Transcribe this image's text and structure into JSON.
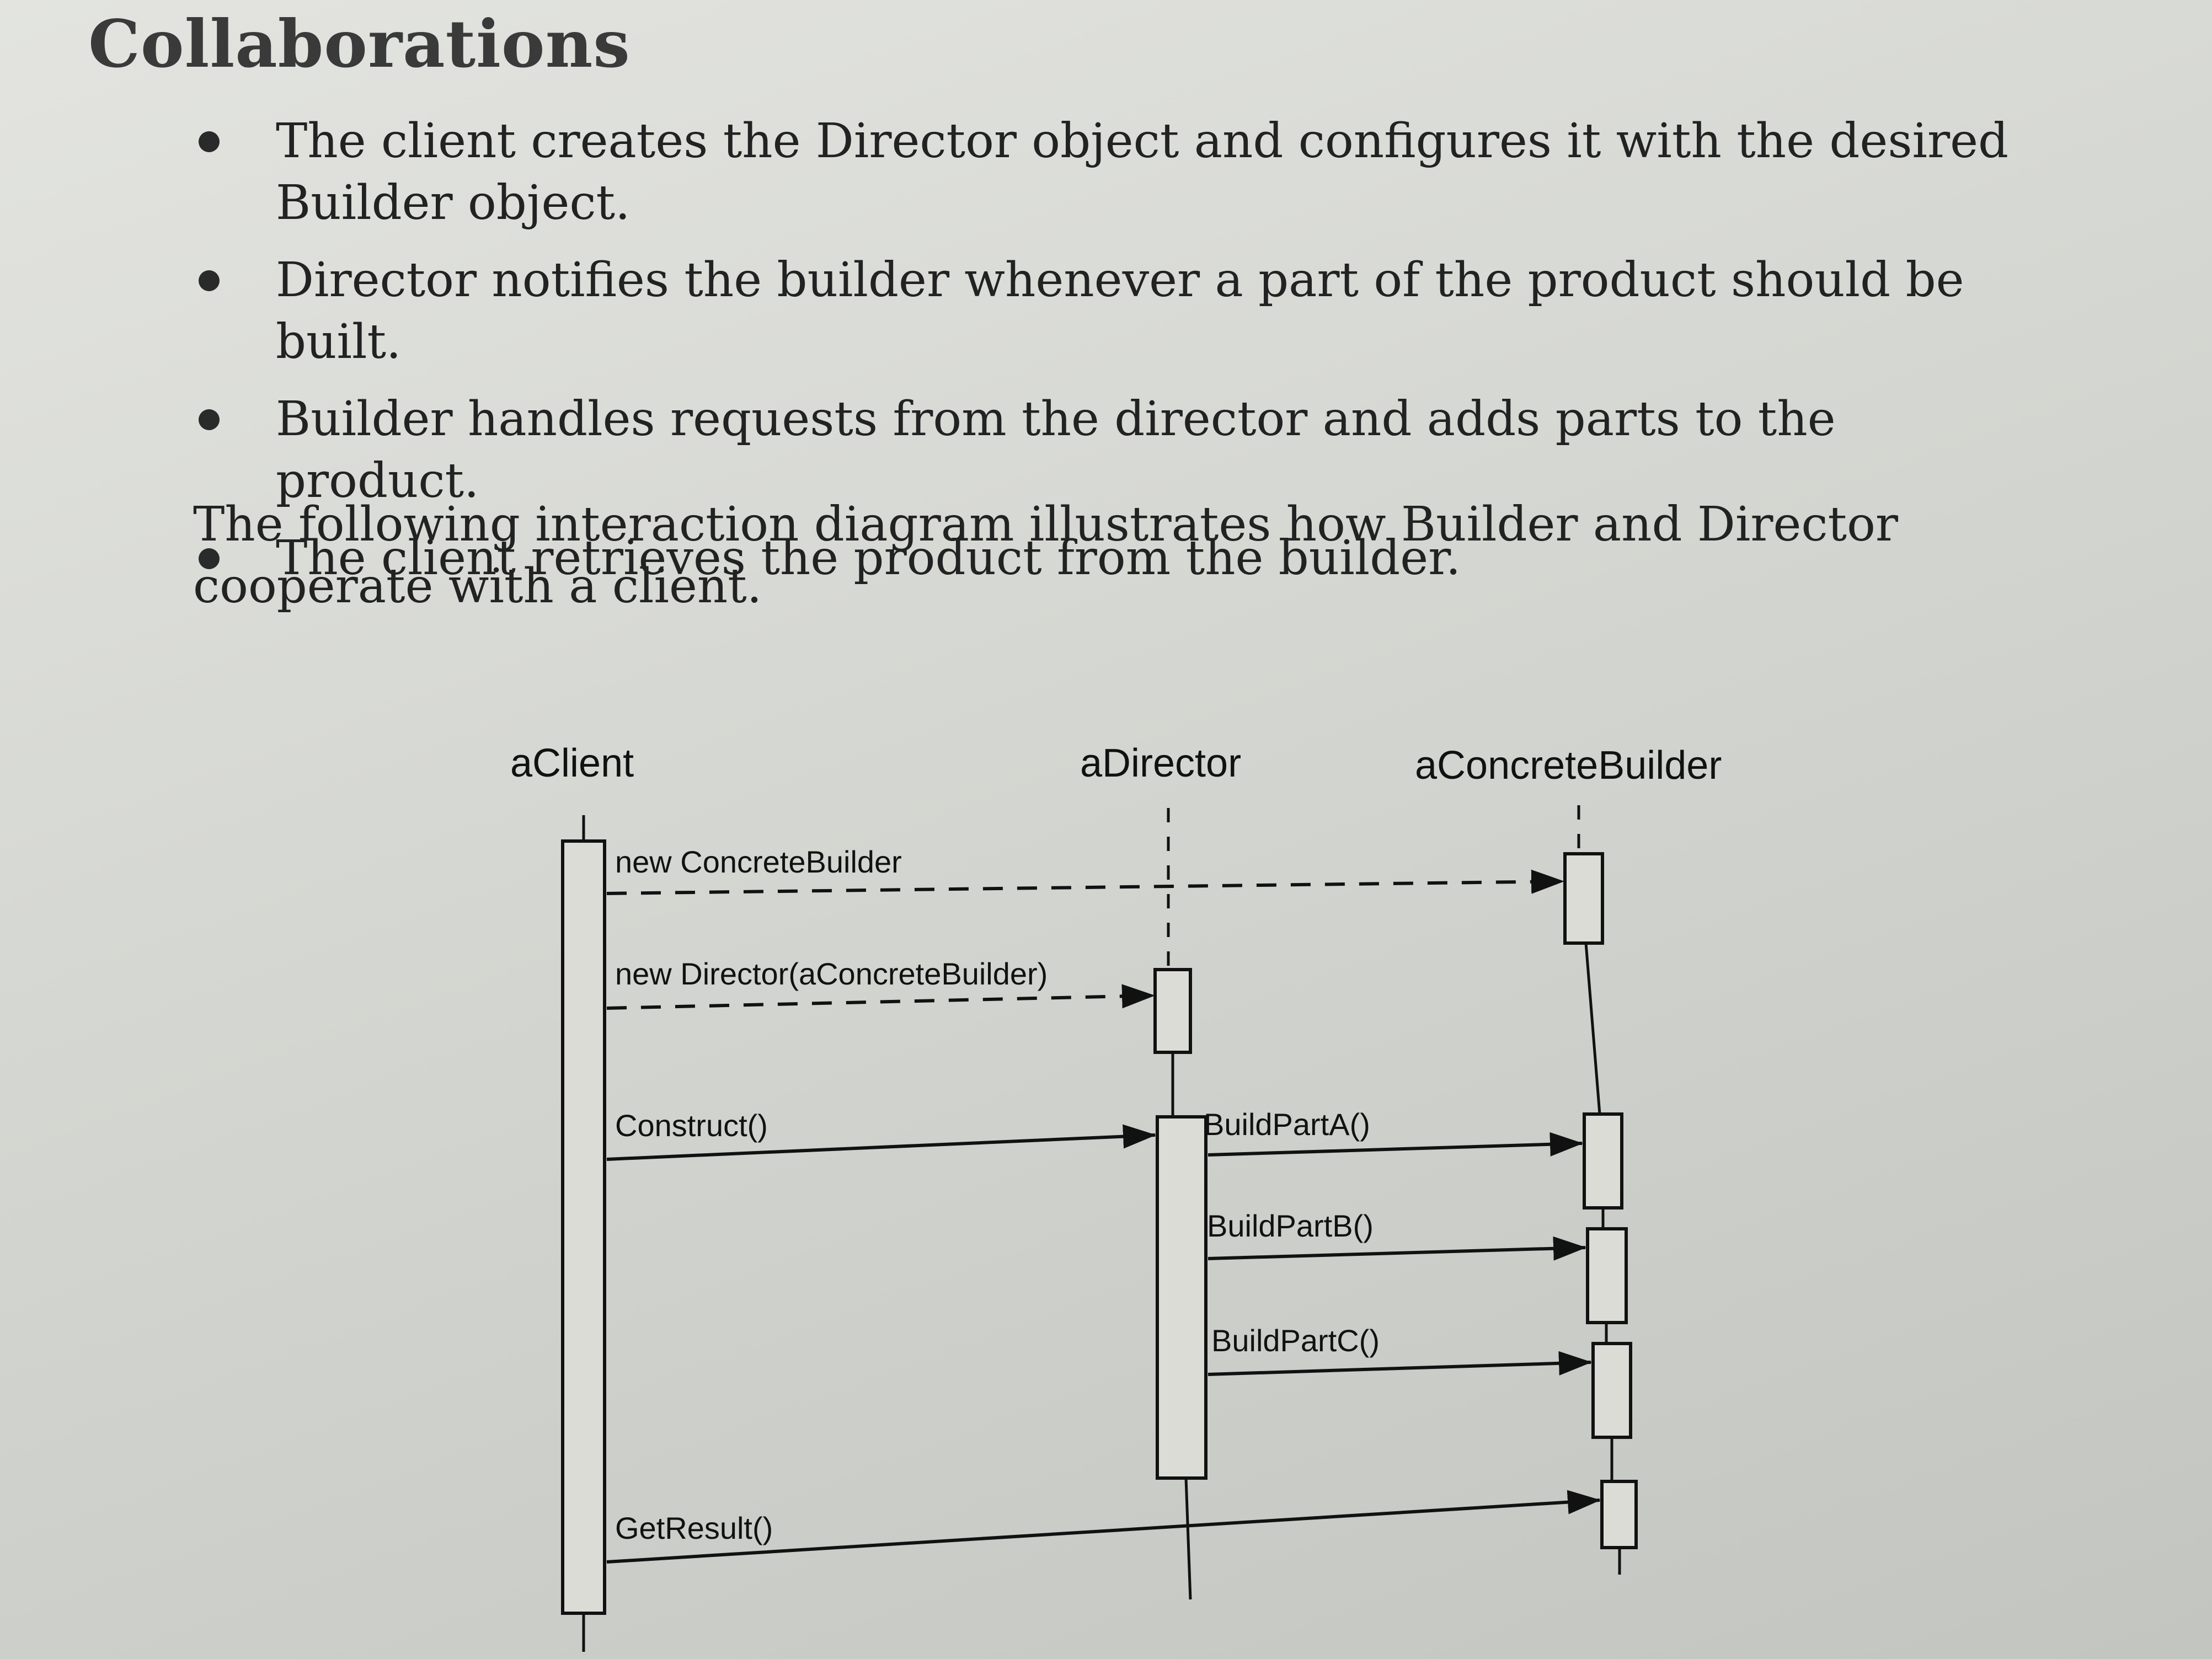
{
  "section": {
    "heading": "Collaborations",
    "bullets": [
      "The client creates the Director object and configures it with the desired Builder object.",
      "Director notifies the builder whenever a part of the product should be built.",
      "Builder handles requests from the director and adds parts to the product.",
      "The client retrieves the product from the builder."
    ],
    "intro": "The following interaction diagram illustrates how Builder and Director cooperate with a client."
  },
  "diagram": {
    "objects": [
      "aClient",
      "aDirector",
      "aConcreteBuilder"
    ],
    "messages": [
      "new ConcreteBuilder",
      "new Director(aConcreteBuilder)",
      "Construct()",
      "BuildPartA()",
      "BuildPartB()",
      "BuildPartC()",
      "GetResult()"
    ]
  }
}
